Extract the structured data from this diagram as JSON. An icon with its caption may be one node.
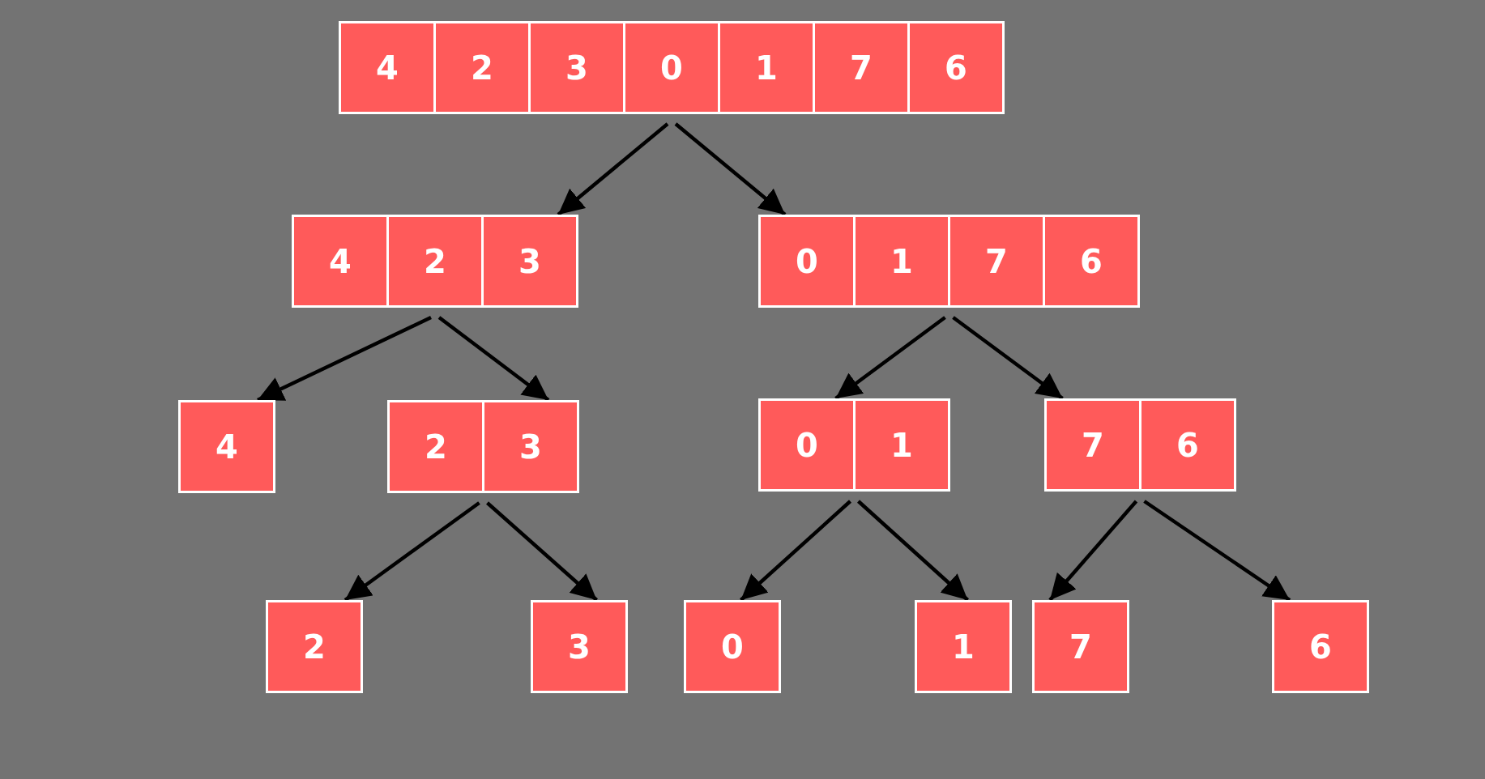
{
  "diagram": {
    "nodes": [
      {
        "text": [
          "4",
          "2",
          "3",
          "0",
          "1",
          "7",
          "6"
        ]
      },
      {
        "text": [
          "4",
          "2",
          "3"
        ]
      },
      {
        "text": [
          "0",
          "1",
          "7",
          "6"
        ]
      },
      {
        "text": [
          "4"
        ]
      },
      {
        "text": [
          "2",
          "3"
        ]
      },
      {
        "text": [
          "0",
          "1"
        ]
      },
      {
        "text": [
          "7",
          "6"
        ]
      },
      {
        "text": [
          "2"
        ]
      },
      {
        "text": [
          "3"
        ]
      },
      {
        "text": [
          "0"
        ]
      },
      {
        "text": [
          "1"
        ]
      },
      {
        "text": [
          "7"
        ]
      },
      {
        "text": [
          "6"
        ]
      }
    ],
    "edges": [
      {
        "from": 0,
        "to": 1,
        "arrow": "to"
      },
      {
        "from": 0,
        "to": 2,
        "arrow": "to"
      },
      {
        "from": 1,
        "to": 3,
        "arrow": "to"
      },
      {
        "from": 1,
        "to": 4,
        "arrow": "to"
      },
      {
        "from": 2,
        "to": 5,
        "arrow": "to"
      },
      {
        "from": 2,
        "to": 6,
        "arrow": "to"
      },
      {
        "from": 4,
        "to": 7,
        "arrow": "to"
      },
      {
        "from": 4,
        "to": 8,
        "arrow": "to"
      },
      {
        "from": 5,
        "to": 9,
        "arrow": "to"
      },
      {
        "from": 5,
        "to": 10,
        "arrow": "to"
      },
      {
        "from": 6,
        "to": 11,
        "arrow": "to"
      },
      {
        "from": 6,
        "to": 12,
        "arrow": "to"
      }
    ]
  }
}
